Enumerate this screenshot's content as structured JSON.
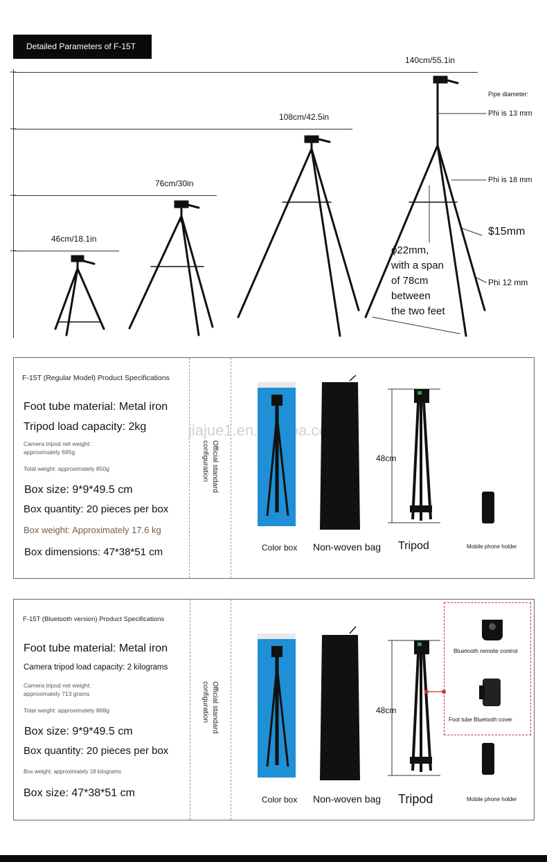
{
  "header": {
    "title": "Detailed Parameters of F-15T"
  },
  "heights": {
    "h1": "46cm/18.1in",
    "h2": "76cm/30in",
    "h3": "108cm/42.5in",
    "h4": "140cm/55.1in"
  },
  "pipe": {
    "title": "Pipe diameter:",
    "p1": "Phi is 13 mm",
    "p2": "Phi is 18 mm",
    "p3": "$15mm",
    "p4": "Phi 12 mm",
    "span_lines": [
      "ϕ22mm,",
      "with a span",
      "of 78cm",
      "between",
      "the two feet"
    ]
  },
  "regular": {
    "title": "F-15T (Regular Model) Product Specifications",
    "foot_tube": "Foot tube material: Metal iron",
    "load": "Tripod load capacity: 2kg",
    "net_weight_1": "Camera tripod net weight:",
    "net_weight_2": "approximately 695g",
    "total_weight": "Total weight: approximately 850g",
    "box_size": "Box size: 9*9*49.5 cm",
    "box_qty": "Box quantity: 20 pieces per box",
    "box_weight": "Box weight: Approximately 17.6 kg",
    "box_dims": "Box dimensions: 47*38*51 cm",
    "config_label": "Official standard configuration",
    "height_label": "48cm",
    "captions": {
      "color_box": "Color box",
      "bag": "Non-woven bag",
      "tripod": "Tripod",
      "holder": "Mobile phone holder"
    },
    "watermark": "jiajue1.en.alibaba.com"
  },
  "bluetooth": {
    "title": "F-15T (Bluetooth version) Product Specifications",
    "foot_tube": "Foot tube material: Metal iron",
    "load": "Camera tripod load capacity: 2 kilograms",
    "net_weight_1": "Camera tripod net weight:",
    "net_weight_2": "approximately 713 grams",
    "total_weight": "Total weight: approximately 868g",
    "box_size": "Box size: 9*9*49.5 cm",
    "box_qty": "Box quantity: 20 pieces per box",
    "box_weight": "Box weight: approximately 18 kilograms",
    "box_dims": "Box size: 47*38*51 cm",
    "config_label": "Official standard configuration",
    "height_label": "48cm",
    "captions": {
      "color_box": "Color box",
      "bag": "Non-woven bag",
      "tripod": "Tripod",
      "holder": "Mobile phone holder",
      "remote": "Bluetooth remote control",
      "cover": "Foot tube Bluetooth cover"
    }
  }
}
